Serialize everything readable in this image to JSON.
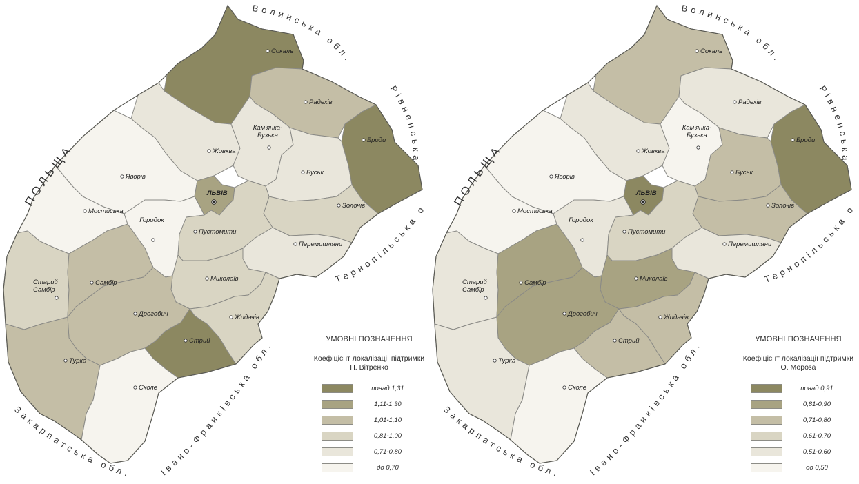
{
  "maps": [
    {
      "neighbors": {
        "poland": "П О Л Ь Щ А",
        "volyn": "Волинська обл.",
        "rivne": "Рівненська обл.",
        "ternopil": "Тернопільська обл.",
        "ivano": "Івано-Франківська обл.",
        "zakarpattia": "Закарпатська обл."
      },
      "cities": {
        "sokal": "Сокаль",
        "radekhiv": "Радехів",
        "brody": "Броди",
        "kamianka": "Кам'янка-Бузька",
        "zhovkva": "Жовква",
        "busk": "Буськ",
        "yavoriv": "Яворів",
        "lviv": "ЛЬВІВ",
        "zolochiv": "Золочів",
        "mostyska": "Мостиська",
        "horodok": "Городок",
        "pustomyty": "Пустомити",
        "peremyshliany": "Перемишляни",
        "staryi_sambir": "Старий Самбір",
        "sambir": "Самбір",
        "mykolaiv": "Миколаїв",
        "drohobych": "Дрогобич",
        "zhydachiv": "Жидачів",
        "stryi": "Стрий",
        "turka": "Турка",
        "skole": "Сколе"
      },
      "legend": {
        "title": "УМОВНІ ПОЗНАЧЕННЯ",
        "subtitle": "Коефіцієнт локалізації підтримки Н. Вітренко",
        "classes": [
          {
            "label": "понад 1,31",
            "color": "#8c8861"
          },
          {
            "label": "1,11-1,30",
            "color": "#a8a382"
          },
          {
            "label": "1,01-1,10",
            "color": "#c4bea6"
          },
          {
            "label": "0,81-1,00",
            "color": "#d9d5c3"
          },
          {
            "label": "0,71-0,80",
            "color": "#e9e6db"
          },
          {
            "label": "до 0,70",
            "color": "#f6f4ee"
          }
        ]
      },
      "district_fill": {
        "sokal": "#8c8861",
        "radekhiv": "#c4bea6",
        "brody": "#8c8861",
        "zhovkva": "#e9e6db",
        "kamianka": "#e9e6db",
        "busk": "#e9e6db",
        "yavoriv": "#f6f4ee",
        "lviv": "#a8a382",
        "zolochiv": "#d9d5c3",
        "mostyska": "#f6f4ee",
        "horodok": "#f6f4ee",
        "pustomyty": "#d9d5c3",
        "peremyshliany": "#e9e6db",
        "staryi_sambir": "#d9d5c3",
        "sambir": "#c4bea6",
        "mykolaiv": "#d9d5c3",
        "drohobych": "#c4bea6",
        "zhydachiv": "#d9d5c3",
        "stryi": "#8c8861",
        "turka": "#c4bea6",
        "skole": "#f6f4ee"
      }
    },
    {
      "neighbors": {
        "poland": "П О Л Ь Щ А",
        "volyn": "Волинська обл.",
        "rivne": "Рівненська обл.",
        "ternopil": "Тернопільська обл.",
        "ivano": "Івано-Франківська обл.",
        "zakarpattia": "Закарпатська обл."
      },
      "cities": {
        "sokal": "Сокаль",
        "radekhiv": "Радехів",
        "brody": "Броди",
        "kamianka": "Кам'янка-Бузька",
        "zhovkva": "Жовква",
        "busk": "Буськ",
        "yavoriv": "Яворів",
        "lviv": "ЛЬВІВ",
        "zolochiv": "Золочів",
        "mostyska": "Мостиська",
        "horodok": "Городок",
        "pustomyty": "Пустомити",
        "peremyshliany": "Перемишляни",
        "staryi_sambir": "Старий Самбір",
        "sambir": "Самбір",
        "mykolaiv": "Миколаїв",
        "drohobych": "Дрогобич",
        "zhydachiv": "Жидачів",
        "stryi": "Стрий",
        "turka": "Турка",
        "skole": "Сколе"
      },
      "legend": {
        "title": "УМОВНІ ПОЗНАЧЕННЯ",
        "subtitle": "Коефіцієнт локалізації підтримки О. Мороза",
        "classes": [
          {
            "label": "понад 0,91",
            "color": "#8c8861"
          },
          {
            "label": "0,81-0,90",
            "color": "#a8a382"
          },
          {
            "label": "0,71-0,80",
            "color": "#c4bea6"
          },
          {
            "label": "0,61-0,70",
            "color": "#d9d5c3"
          },
          {
            "label": "0,51-0,60",
            "color": "#e9e6db"
          },
          {
            "label": "до 0,50",
            "color": "#f6f4ee"
          }
        ]
      },
      "district_fill": {
        "sokal": "#c4bea6",
        "radekhiv": "#e9e6db",
        "brody": "#8c8861",
        "zhovkva": "#e9e6db",
        "kamianka": "#f6f4ee",
        "busk": "#c4bea6",
        "yavoriv": "#f6f4ee",
        "lviv": "#8c8861",
        "zolochiv": "#c4bea6",
        "mostyska": "#f6f4ee",
        "horodok": "#e9e6db",
        "pustomyty": "#d9d5c3",
        "peremyshliany": "#e9e6db",
        "staryi_sambir": "#e9e6db",
        "sambir": "#a8a382",
        "mykolaiv": "#a8a382",
        "drohobych": "#a8a382",
        "zhydachiv": "#c4bea6",
        "stryi": "#c4bea6",
        "turka": "#e9e6db",
        "skole": "#f6f4ee"
      }
    }
  ]
}
